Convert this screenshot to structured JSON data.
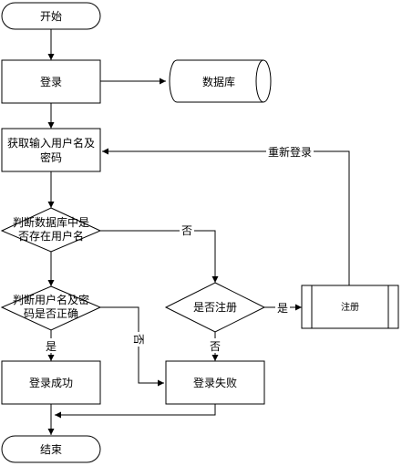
{
  "nodes": {
    "start": "开始",
    "login": "登录",
    "database": "数据库",
    "input_line1": "获取输入用户名及",
    "input_line2": "密码",
    "check_user_line1": "判断数据库中是",
    "check_user_line2": "否存在用户名",
    "check_pwd_line1": "判断用户名及密",
    "check_pwd_line2": "码是否正确",
    "is_registered": "是否注册",
    "register": "注册",
    "success": "登录成功",
    "fail": "登录失败",
    "end": "结束"
  },
  "edges": {
    "relogin": "重新登录",
    "user_no": "否",
    "pwd_yes": "是",
    "pwd_no": "否",
    "reg_yes": "是",
    "reg_no": "否"
  }
}
